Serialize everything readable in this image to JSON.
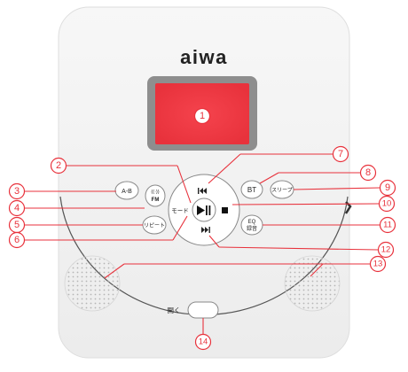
{
  "brand": "aiwa",
  "buttons": {
    "ab": "A-B",
    "fm_top": "((·))",
    "fm_bottom": "FM",
    "repeat": "リピート",
    "mode": "モード",
    "bt": "BT",
    "sleep": "スリープ",
    "eq_top": "EQ",
    "eq_bottom": "録音"
  },
  "lid_open": "開く",
  "callouts": {
    "c1": "1",
    "c2": "2",
    "c3": "3",
    "c4": "4",
    "c5": "5",
    "c6": "6",
    "c7": "7",
    "c8": "8",
    "c9": "9",
    "c10": "10",
    "c11": "11",
    "c12": "12",
    "c13": "13",
    "c14": "14"
  },
  "colors": {
    "callout": "#e8323c",
    "display": "#f03a45",
    "display_bezel": "#8e8e8e",
    "brand": "#222222"
  },
  "icons": {
    "play_pause": "play-pause-icon",
    "prev": "skip-back-icon",
    "next": "skip-forward-icon",
    "stop": "stop-icon"
  }
}
